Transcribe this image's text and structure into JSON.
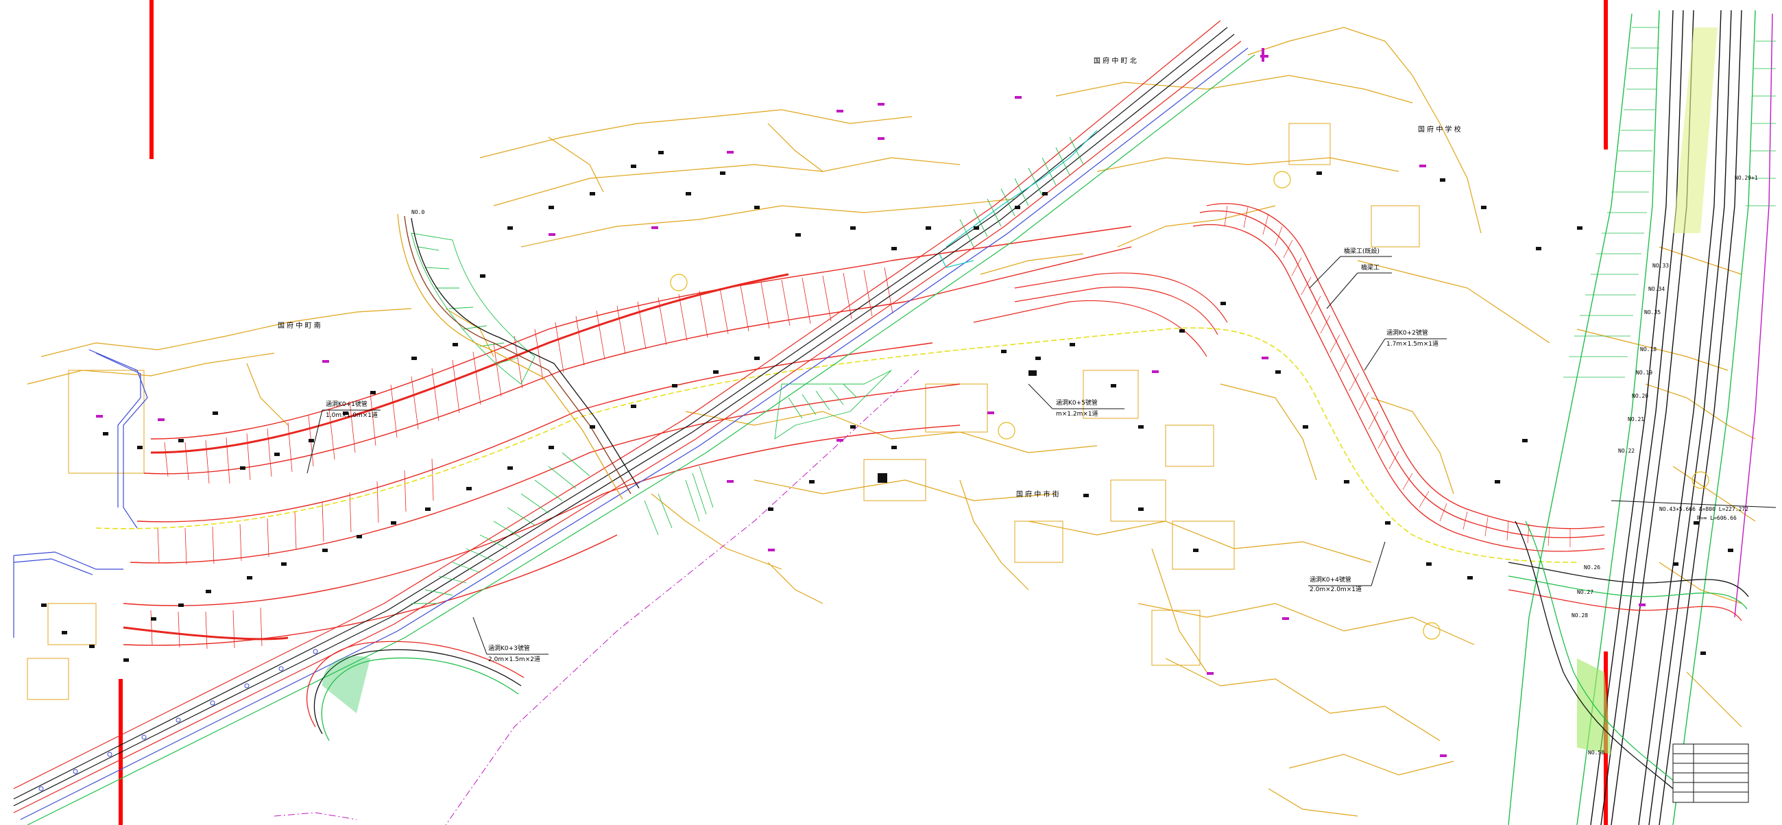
{
  "drawing": {
    "colors": {
      "road_red": "#e8261f",
      "contour_orange": "#e0a418",
      "slope_green": "#1fbf4a",
      "slope_cyan": "#15c9c0",
      "boundary_blue": "#3a4bd6",
      "centerline_yellow": "#e6e018",
      "magenta": "#c218c2",
      "marker_red": "#ff0000",
      "ink": "#111111"
    },
    "culvert_labels": [
      {
        "title": "涵洞K0+1號管",
        "spec": "1.0m×1.0m×1道"
      },
      {
        "title": "涵洞K0+5號管",
        "spec": "m×1.2m×1道"
      },
      {
        "title": "涵洞K0+2號管",
        "spec": "1.7m×1.5m×1道"
      },
      {
        "title": "涵洞K0+4號管",
        "spec": "2.0m×2.0m×1道"
      },
      {
        "title": "涵洞K0+3號管",
        "spec": "2.0m×1.5m×2道"
      }
    ],
    "bridge_labels": [
      "橋梁工(既設)",
      "橋梁工"
    ],
    "curve_labels": [
      {
        "text": "NO.43+5.666 A=800 L=227.272"
      },
      {
        "text": "R=∞ L=606.66"
      }
    ],
    "station_labels": [
      "NO.0",
      "NO.18",
      "NO.19",
      "NO.20",
      "NO.21",
      "NO.22",
      "NO.26",
      "NO.27",
      "NO.28",
      "NO.29+1",
      "NO.33",
      "NO.34",
      "NO.35",
      "NO.50"
    ],
    "place_labels": [
      "国 府 中 町 南",
      "国 府 中 町 北",
      "国 府 中 学 校",
      "国 府 中 市 街"
    ],
    "title_block_rows": [
      "",
      "",
      "",
      "",
      "",
      ""
    ]
  }
}
